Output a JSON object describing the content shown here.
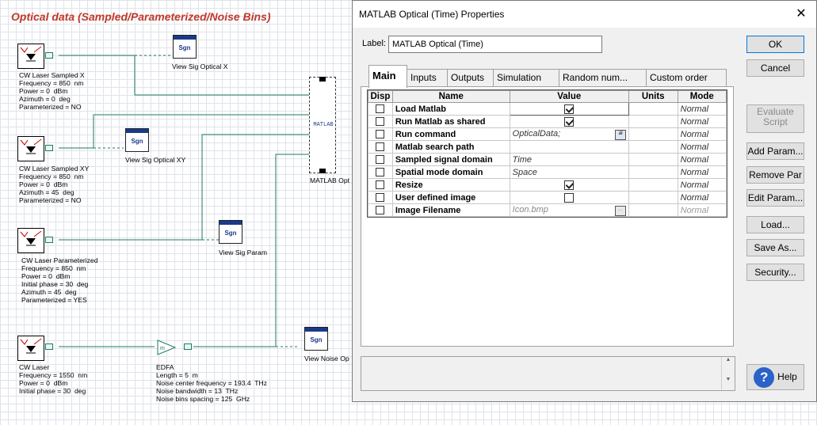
{
  "layout": {
    "title": "Optical data (Sampled/Parameterized/Noise Bins)",
    "components": {
      "laser_x": "CW Laser Sampled X\nFrequency = 850  nm\nPower = 0  dBm\nAzimuth = 0  deg\nParameterized = NO",
      "laser_xy": "CW Laser Sampled XY\nFrequency = 850  nm\nPower = 0  dBm\nAzimuth = 45  deg\nParameterized = NO",
      "laser_param": "CW Laser Parameterized\nFrequency = 850  nm\nPower = 0  dBm\nInitial phase = 30  deg\nAzimuth = 45  deg\nParameterized = YES",
      "laser_cw": "CW Laser\nFrequency = 1550  nm\nPower = 0  dBm\nInitial phase = 30  deg",
      "edfa": "EDFA\nLength = 5  m\nNoise center frequency = 193.4  THz\nNoise bandwidth = 13  THz\nNoise bins spacing = 125  GHz",
      "view_x": "View Sig Optical X",
      "view_xy": "View Sig Optical XY",
      "view_param": "View Sig Param",
      "view_noise": "View Noise Op",
      "matlab": "MATLAB Opt",
      "matlab_inner": "MATLAB",
      "sig_glyph": "Sgn"
    }
  },
  "dialog": {
    "title": "MATLAB Optical (Time) Properties",
    "close_glyph": "✕",
    "label_caption": "Label:",
    "label_value": "MATLAB Optical (Time)",
    "tabs": [
      "Main",
      "Inputs",
      "Outputs",
      "Simulation",
      "Random num...",
      "Custom order"
    ],
    "columns": [
      "Disp",
      "Name",
      "Value",
      "Units",
      "Mode"
    ],
    "rows": [
      {
        "name": "Load Matlab",
        "value": "",
        "mode": "Normal"
      },
      {
        "name": "Run Matlab as shared",
        "value": "",
        "mode": "Normal"
      },
      {
        "name": "Run command",
        "value": "OpticalData;",
        "mode": "Normal"
      },
      {
        "name": "Matlab search path",
        "value": "",
        "mode": "Normal"
      },
      {
        "name": "Sampled signal domain",
        "value": "Time",
        "mode": "Normal"
      },
      {
        "name": "Spatial mode domain",
        "value": "Space",
        "mode": "Normal"
      },
      {
        "name": "Resize",
        "value": "",
        "mode": "Normal"
      },
      {
        "name": "User defined image",
        "value": "",
        "mode": "Normal"
      },
      {
        "name": "Image Filename",
        "value": "Icon.bmp",
        "mode": "Normal"
      }
    ],
    "buttons": {
      "ok": "OK",
      "cancel": "Cancel",
      "evaluate": "Evaluate\nScript",
      "add_param": "Add Param...",
      "remove_par": "Remove Par",
      "edit_param": "Edit Param...",
      "load": "Load...",
      "save_as": "Save As...",
      "security": "Security...",
      "help": "Help",
      "help_glyph": "?",
      "ellipsis": "..."
    }
  }
}
